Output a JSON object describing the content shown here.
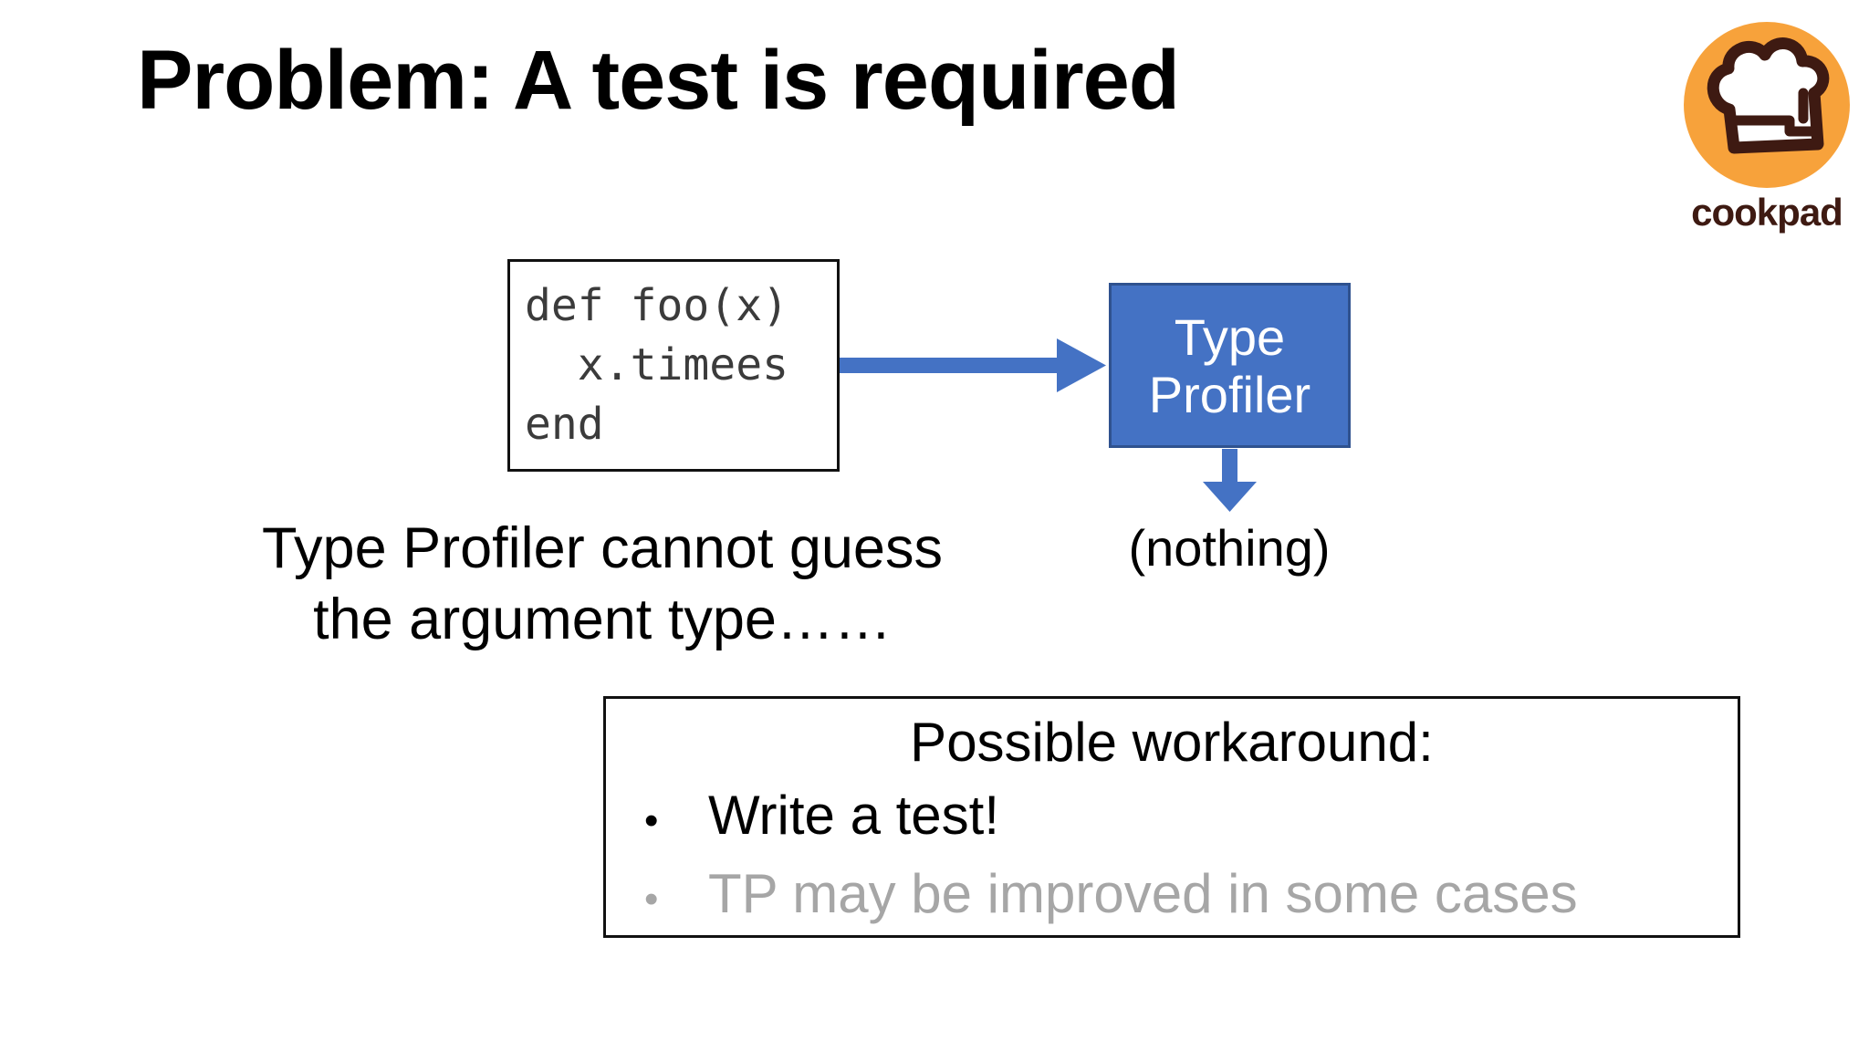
{
  "slide": {
    "title": "Problem: A test is required",
    "logo": {
      "wordmark": "cookpad",
      "icon": "chef-hat",
      "circle_color": "#F7A23B",
      "ink_color": "#3E1A12"
    },
    "code_box": {
      "lines": [
        "def foo(x)",
        "  x.timees",
        "end"
      ]
    },
    "type_profiler_box": {
      "label_line1": "Type",
      "label_line2": "Profiler",
      "fill_color": "#4472C4",
      "border_color": "#2F528F"
    },
    "arrow_color": "#4472C4",
    "nothing_label": "(nothing)",
    "caption": {
      "line1": "Type Profiler cannot guess",
      "line2": "the argument type……"
    },
    "workaround_box": {
      "title": "Possible workaround:",
      "bullet_char": "•",
      "bullets": [
        {
          "text": "Write a test!",
          "emphasis": "normal",
          "color": "#000000"
        },
        {
          "text": "TP may be improved in some cases",
          "emphasis": "muted",
          "color": "#A6A6A6"
        }
      ]
    }
  }
}
